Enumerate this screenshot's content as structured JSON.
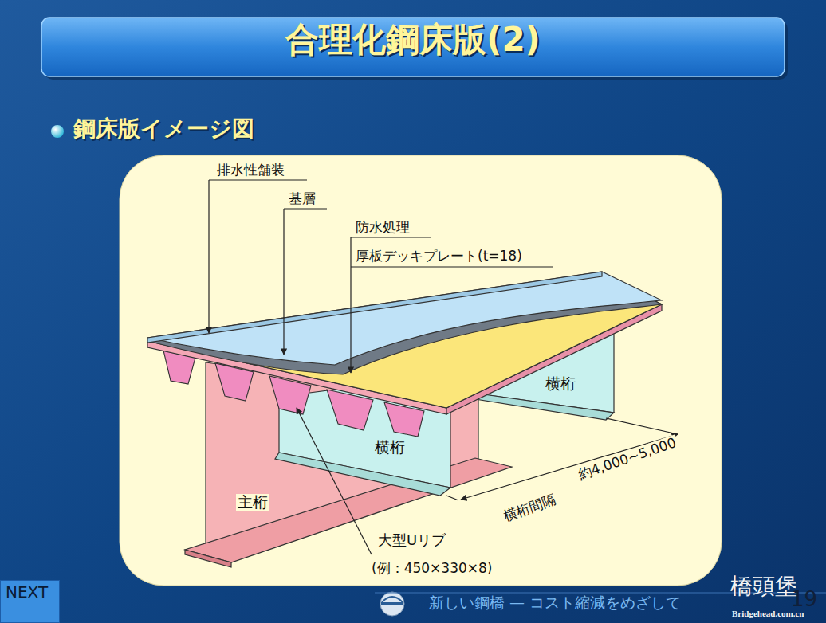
{
  "diagram": {
    "title": "合理化鋼床版(2)",
    "nodes": [
      {
        "text": [
          "NEXT"
        ]
      }
    ],
    "labels": [
      "鋼床版イメージ図",
      "排水性舗装",
      "基層",
      "防水処理",
      "厚板デッキプレート(t=18)",
      "横桁",
      "横桁",
      "主桁",
      "横桁間隔",
      "約4,000~5,000",
      "大型Uリブ",
      "(例：450×330×8)",
      "新しい鋼橋 — コスト縮減をめざして",
      "19",
      "橋頭堡",
      "Bridgehead.com.cn"
    ]
  }
}
